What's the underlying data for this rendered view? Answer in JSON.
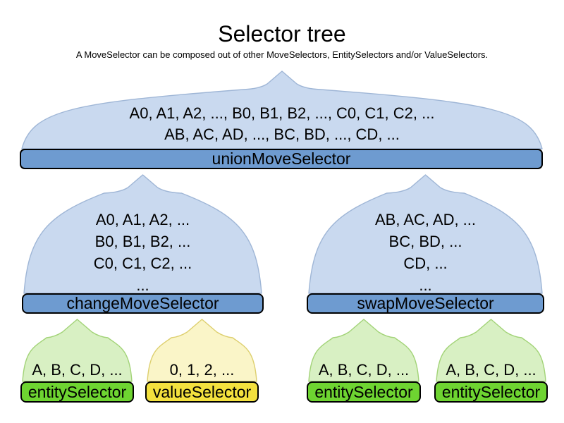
{
  "title": "Selector tree",
  "subtitle": "A MoveSelector can be composed out of other MoveSelectors, EntitySelectors and/or ValueSelectors.",
  "colors": {
    "dome_blue": "#c9d9ef",
    "dome_blue_border": "#9fb6d6",
    "bar_blue": "#6e9bd0",
    "dome_green": "#d8f0c3",
    "dome_green_border": "#a2d377",
    "bar_green": "#6ed431",
    "dome_yellow": "#faf5c8",
    "dome_yellow_border": "#ddcf6e",
    "bar_yellow": "#f3e13e",
    "bar_border": "#000000",
    "text": "#000000"
  },
  "nodes": {
    "union": {
      "label": "unionMoveSelector",
      "lines": [
        "A0, A1, A2, ..., B0, B1, B2, ..., C0, C1, C2, ...",
        "AB, AC, AD, ..., BC, BD, ..., CD, ..."
      ]
    },
    "change": {
      "label": "changeMoveSelector",
      "lines": [
        "A0, A1, A2, ...",
        "B0, B1, B2, ...",
        "C0, C1, C2, ...",
        "..."
      ]
    },
    "swap": {
      "label": "swapMoveSelector",
      "lines": [
        "AB, AC, AD, ...",
        "BC, BD, ...",
        "CD, ...",
        "..."
      ]
    },
    "entity_left": {
      "label": "entitySelector",
      "lines": [
        "A, B, C, D, ..."
      ]
    },
    "value_left": {
      "label": "valueSelector",
      "lines": [
        "0, 1, 2, ..."
      ]
    },
    "entity_mid": {
      "label": "entitySelector",
      "lines": [
        "A, B, C, D, ..."
      ]
    },
    "entity_right": {
      "label": "entitySelector",
      "lines": [
        "A, B, C, D, ..."
      ]
    }
  }
}
